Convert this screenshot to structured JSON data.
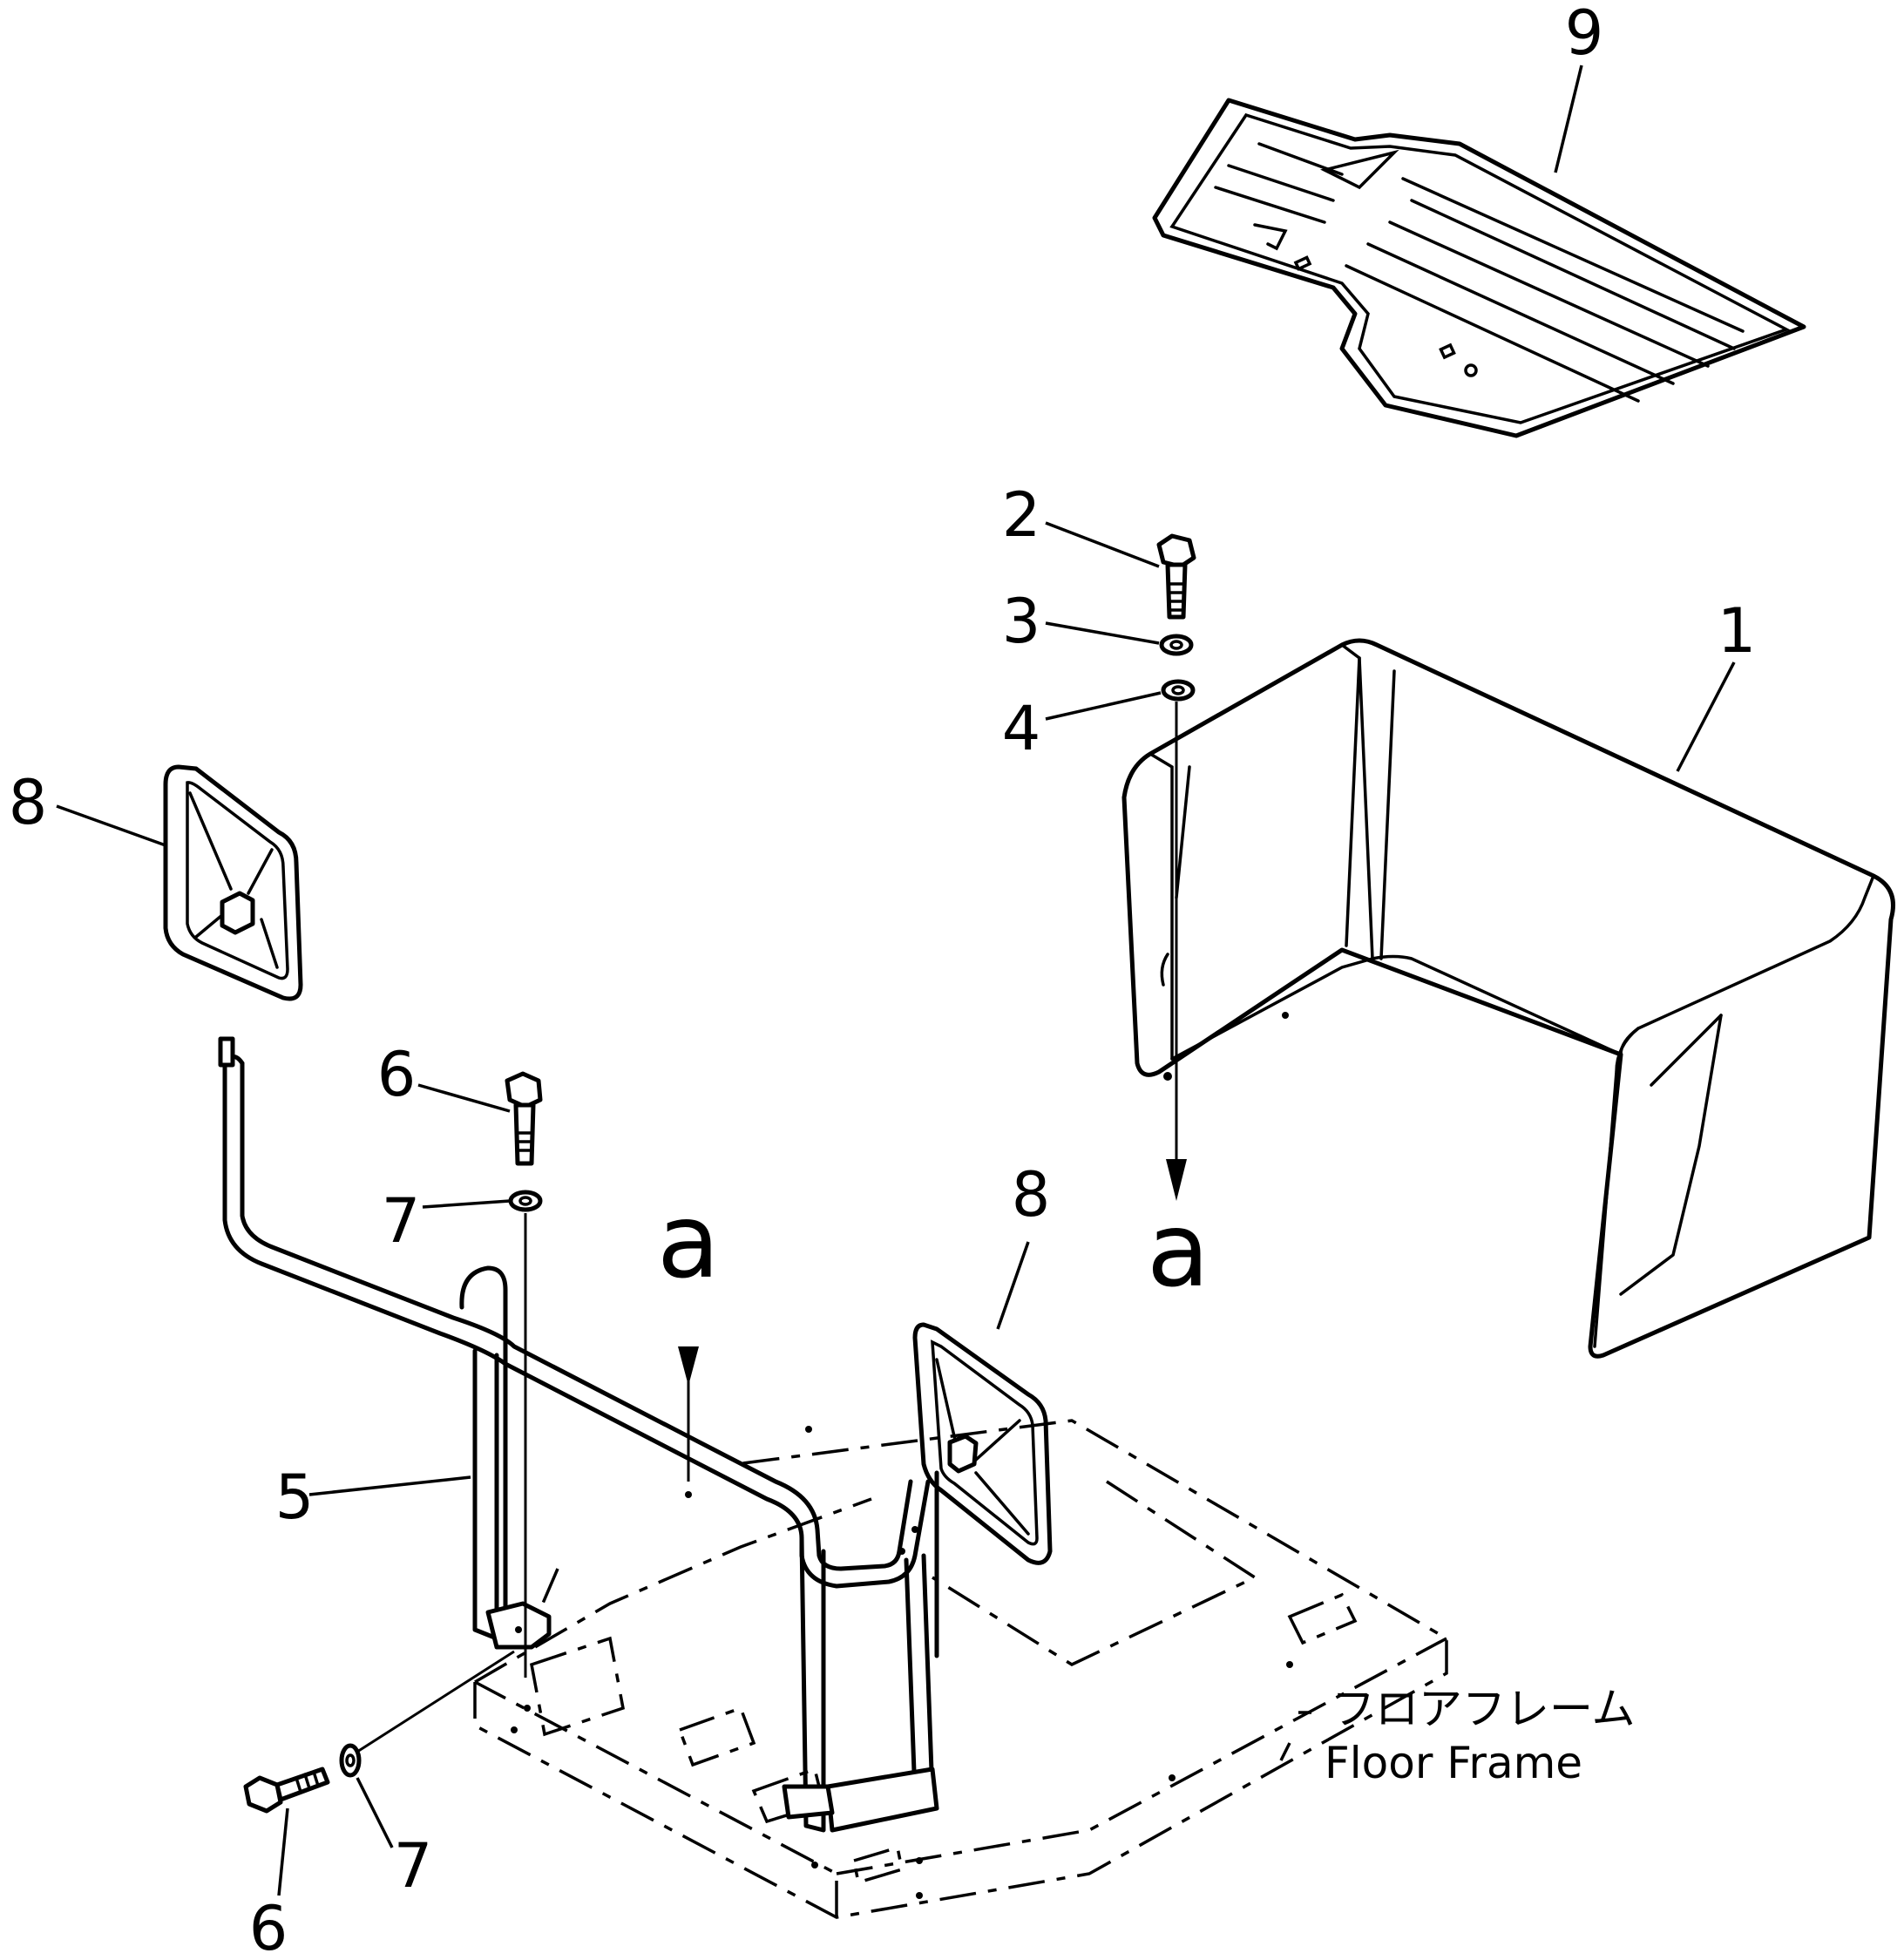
{
  "callouts": {
    "part_1": "1",
    "part_2": "2",
    "part_3": "3",
    "part_4": "4",
    "part_5": "5",
    "part_6_upper": "6",
    "part_6_lower": "6",
    "part_7_upper": "7",
    "part_7_lower": "7",
    "part_8_left": "8",
    "part_8_right": "8",
    "part_9": "9"
  },
  "reference_marks": {
    "a_left": "a",
    "a_right": "a"
  },
  "floor_frame_label": {
    "japanese": "フロアフレーム",
    "english": "Floor Frame"
  }
}
